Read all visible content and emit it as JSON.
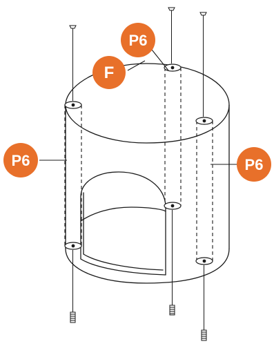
{
  "colors": {
    "badge": "#E8702A",
    "badge_text": "#FFFFFF",
    "line": "#1A1A1A",
    "background": "#FFFFFF"
  },
  "labels": {
    "part_f": "F",
    "p6_left": "P6",
    "p6_top": "P6",
    "p6_right": "P6"
  },
  "icons": [
    "screw-icon",
    "cylinder-cabinet-icon",
    "dowel-pin-icon"
  ]
}
